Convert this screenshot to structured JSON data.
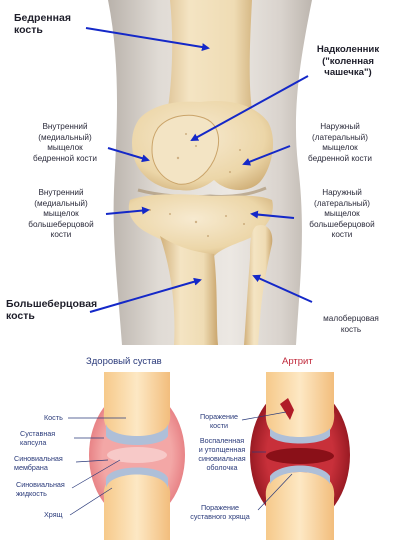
{
  "knee": {
    "labels": {
      "femur": "Бедренная\nкость",
      "patella": "Надколенник\n(\"коленная\nчашечка\")",
      "medial_condyle_femur": "Внутренний\n(медиальный)\nмыщелок\nбедренной кости",
      "lateral_condyle_femur": "Наружный\n(латеральный)\nмыщелок\nбедренной кости",
      "medial_condyle_tibia": "Внутренний\n(медиальный)\nмыщелок\nбольшеберцовой\nкости",
      "lateral_condyle_tibia": "Наружный\n(латеральный)\nмыщелок\nбольшеберцовой\nкости",
      "tibia": "Большеберцовая\nкость",
      "fibula": "малоберцовая\nкость"
    }
  },
  "joints": {
    "healthy": {
      "title": "Здоровый сустав",
      "labels": {
        "bone": "Кость",
        "capsule": "Суставная\nкапсула",
        "membrane": "Синовиальная\nмембрана",
        "fluid": "Синовиальная\nжидкость",
        "cartilage": "Хрящ"
      }
    },
    "arthritis": {
      "title": "Артрит",
      "labels": {
        "bone_damage": "Поражение\nкости",
        "inflamed": "Воспаленная\nи утолщенная\nсиновиальная\nоболочка",
        "cartilage_damage": "Поражение\nсуставного хряща"
      }
    }
  },
  "colors": {
    "arrow": "#1428c8",
    "bone": "#f2dfb8",
    "bone_shadow": "#d9b982",
    "skin": "#dcd6d0",
    "capsule": "#e7757c",
    "inflamed": "#b01c28"
  }
}
